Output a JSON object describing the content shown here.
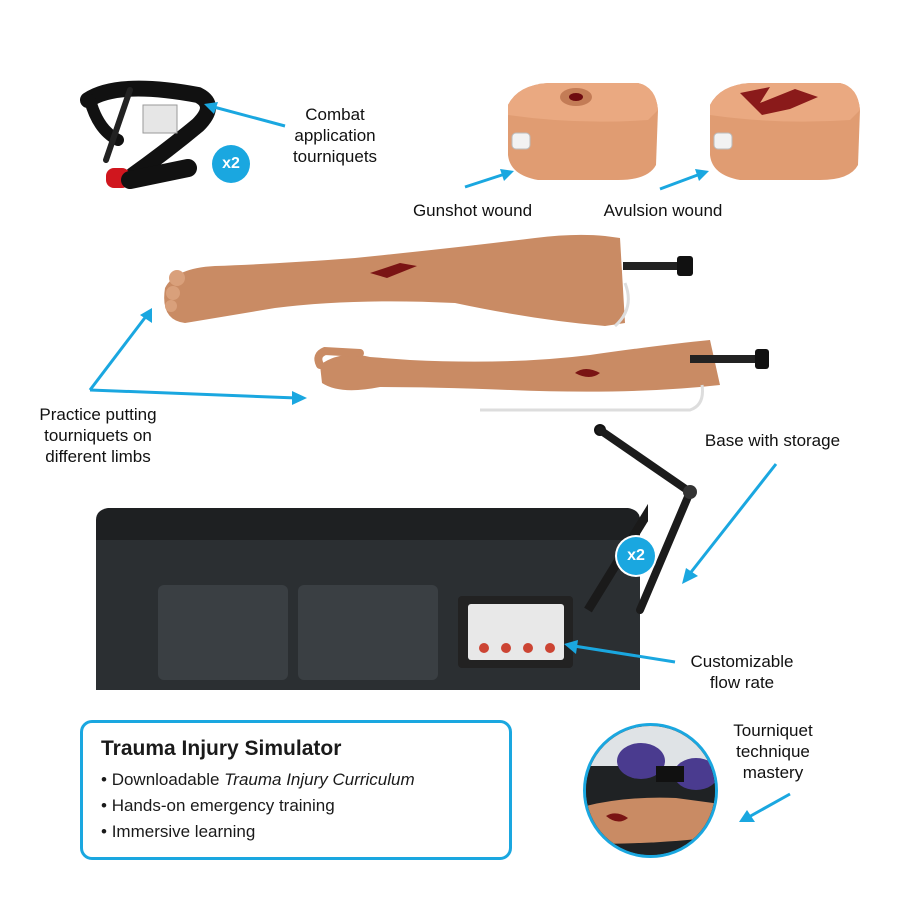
{
  "callouts": {
    "tourniquets": {
      "lines": [
        "Combat",
        "application",
        "tourniquets"
      ],
      "badge": "x2"
    },
    "gunshot": "Gunshot wound",
    "avulsion": "Avulsion wound",
    "limbs": {
      "lines": [
        "Practice putting",
        "tourniquets on",
        "different limbs"
      ]
    },
    "base": "Base with storage",
    "base_badge": "x2",
    "flow": {
      "lines": [
        "Customizable",
        "flow rate"
      ]
    },
    "mastery": {
      "lines": [
        "Tourniquet",
        "technique",
        "mastery"
      ]
    }
  },
  "info": {
    "title": "Trauma Injury Simulator",
    "items": [
      {
        "prefix": "Downloadable ",
        "emphasis": "Trauma Injury Curriculum"
      },
      {
        "prefix": "Hands-on emergency training",
        "emphasis": ""
      },
      {
        "prefix": "Immersive learning",
        "emphasis": ""
      }
    ]
  },
  "colors": {
    "accent": "#1aa7e0",
    "skin": "#c98b64",
    "wound": "#8a1a1a",
    "box": "#2b2f32"
  },
  "icons": [
    "tourniquet-icon",
    "arrow-icon"
  ]
}
